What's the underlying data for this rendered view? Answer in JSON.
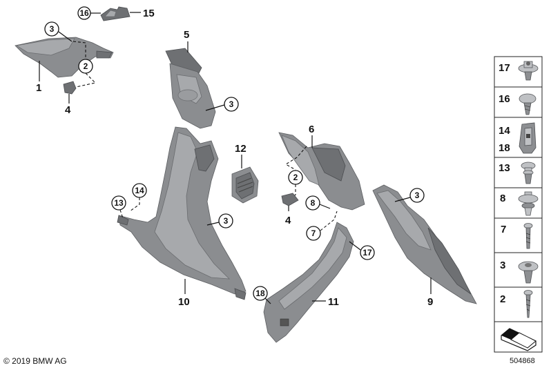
{
  "callouts": {
    "c1": "1",
    "c2a": "2",
    "c3a": "3",
    "c4a": "4",
    "c5": "5",
    "c3b": "3",
    "c12": "12",
    "c14": "14",
    "c13": "13",
    "c3c": "3",
    "c10": "10",
    "c6": "6",
    "c2b": "2",
    "c4b": "4",
    "c8": "8",
    "c7": "7",
    "c3d": "3",
    "c17": "17",
    "c18": "18",
    "c11": "11",
    "c9": "9",
    "c16": "16",
    "c15": "15"
  },
  "fastener_panel": {
    "cells": [
      {
        "label": "17",
        "icon": "clip-17-icon"
      },
      {
        "label": "16",
        "icon": "screw-16-icon"
      },
      {
        "label": "14",
        "label2": "18",
        "icon": "clip-14-18-icon"
      },
      {
        "label": "13",
        "icon": "clip-13-icon"
      },
      {
        "label": "8",
        "icon": "clip-8-icon"
      },
      {
        "label": "7",
        "icon": "bolt-7-icon"
      },
      {
        "label": "3",
        "icon": "clip-3-icon"
      },
      {
        "label": "2",
        "icon": "screw-2-icon"
      },
      {
        "label": "",
        "icon": "assembly-kit-icon"
      }
    ]
  },
  "footer": {
    "copyright": "© 2019 BMW AG",
    "image_number": "504868"
  }
}
